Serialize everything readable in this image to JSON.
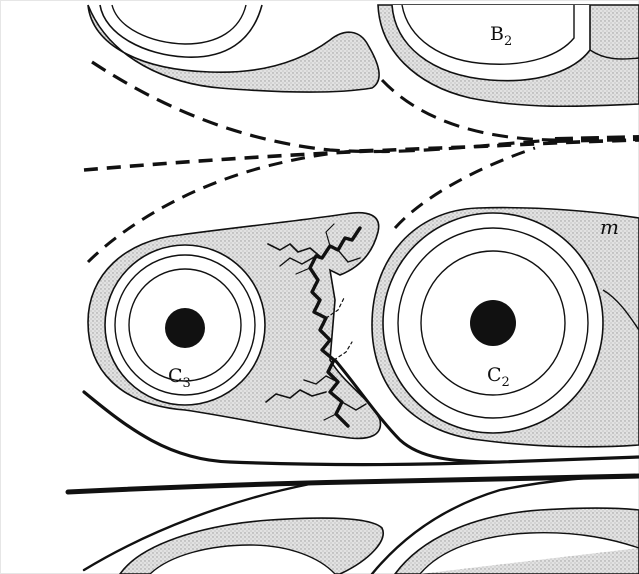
{
  "figure": {
    "labels": {
      "b2": {
        "base": "B",
        "sub": "2"
      },
      "c3": {
        "base": "C",
        "sub": "3"
      },
      "c2": {
        "base": "C",
        "sub": "2"
      },
      "m": "m"
    },
    "colors": {
      "ink": "#111111",
      "stipple": "#d8d8d8",
      "paper": "#ffffff"
    }
  }
}
